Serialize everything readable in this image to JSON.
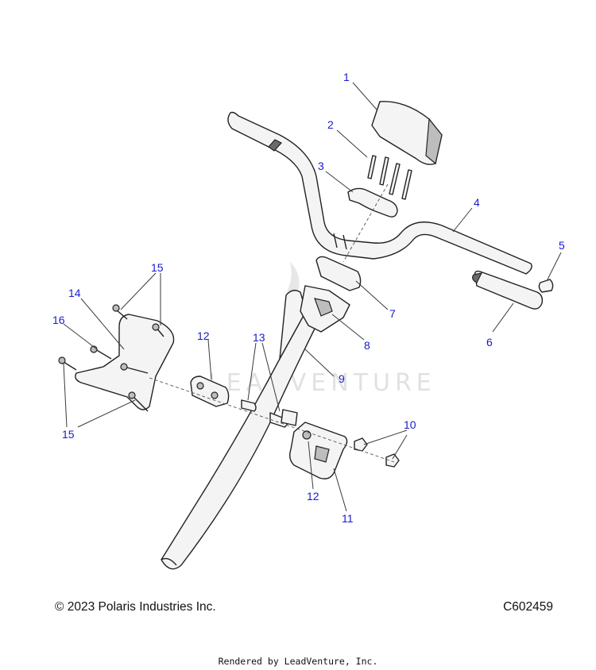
{
  "diagram": {
    "callouts": [
      "1",
      "2",
      "3",
      "4",
      "5",
      "6",
      "7",
      "8",
      "9",
      "10",
      "11",
      "12",
      "12",
      "13",
      "14",
      "15",
      "15",
      "16"
    ],
    "watermark": "LEADVENTURE"
  },
  "footer": {
    "copyright": "© 2023 Polaris Industries Inc.",
    "drawing_number": "C602459",
    "rendered_by": "Rendered by LeadVenture, Inc."
  }
}
